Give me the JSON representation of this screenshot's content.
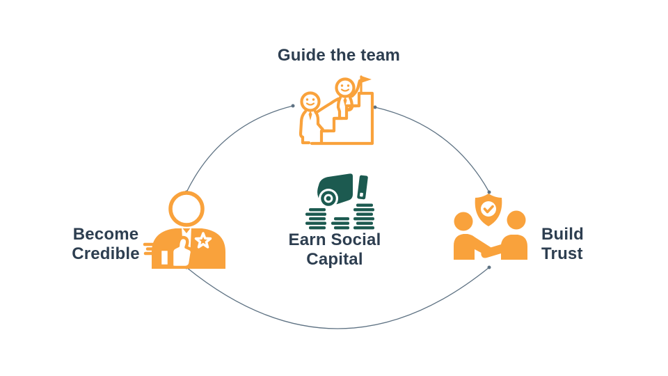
{
  "page": {
    "background": "#FFFFFF",
    "description": "Cycle diagram: three orange nodes around a central teal coin icon"
  },
  "palette": {
    "accent_orange": "#F9A23C",
    "accent_teal": "#1C5A50",
    "text_dark": "#2D3E50",
    "connector_gray_blue": "#5E7283",
    "white": "#FFFFFF"
  },
  "diagram": {
    "top_node": {
      "label": "Guide the team",
      "icon": "team-climbing-stairs-icon"
    },
    "left_node": {
      "label": "Become Credible",
      "icon": "person-thumbs-up-icon"
    },
    "right_node": {
      "label": "Build Trust",
      "icon": "handshake-shield-icon"
    },
    "center_node": {
      "label": "Earn Social Capital",
      "icon": "hand-giving-coins-icon"
    }
  }
}
